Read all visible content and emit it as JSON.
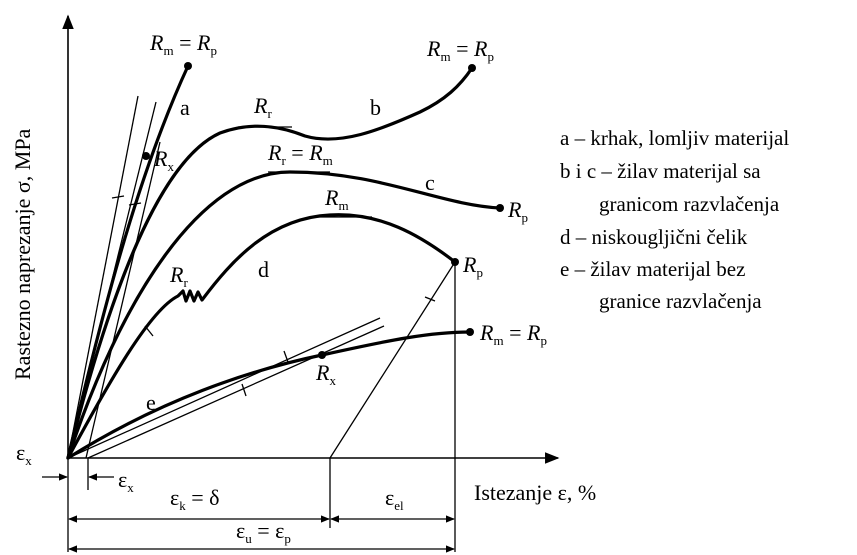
{
  "axes": {
    "y_label": "Rastezno naprezanje σ, MPa",
    "x_label": "Istezanje ε, %"
  },
  "curves": {
    "a": {
      "letter": "a",
      "end_label": "R",
      "end_sub": "m",
      "eq": " = ",
      "end_label2": "R",
      "end_sub2": "p",
      "mid_label": "R",
      "mid_sub": "x"
    },
    "b": {
      "letter": "b",
      "end_label": "R",
      "end_sub": "m",
      "eq": " = ",
      "end_label2": "R",
      "end_sub2": "p",
      "yield_label": "R",
      "yield_sub": "r"
    },
    "c": {
      "letter": "c",
      "top_label": "R",
      "top_sub": "r",
      "eq": " = ",
      "top_label2": "R",
      "top_sub2": "m",
      "end_label": "R",
      "end_sub": "p"
    },
    "d": {
      "letter": "d",
      "top_label": "R",
      "top_sub": "m",
      "yield_label": "R",
      "yield_sub": "r",
      "end_label": "R",
      "end_sub": "p"
    },
    "e": {
      "letter": "e",
      "end_label": "R",
      "end_sub": "m",
      "eq": " = ",
      "end_label2": "R",
      "end_sub2": "p",
      "mid_label": "R",
      "mid_sub": "x"
    }
  },
  "strains": {
    "origin": {
      "base": "ε",
      "sub": "x"
    },
    "offset": {
      "base": "ε",
      "sub": "x"
    },
    "k": {
      "base": "ε",
      "sub": "k",
      "rest": " = δ"
    },
    "el": {
      "base": "ε",
      "sub": "el"
    },
    "u": {
      "base": "ε",
      "sub": "u",
      "eq": " = ",
      "base2": "ε",
      "sub2": "p"
    }
  },
  "legend": {
    "line1": "a – krhak, lomljiv materijal",
    "line2": "b i c – žilav materijal sa",
    "line3": "granicom razvlačenja",
    "line4": "d – niskougljični čelik",
    "line5": "e – žilav materijal bez",
    "line6": "granice razvlačenja"
  }
}
